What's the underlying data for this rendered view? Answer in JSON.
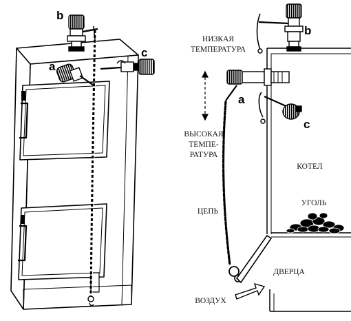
{
  "left_figure": {
    "tags": {
      "a": "a",
      "b": "b",
      "c": "c"
    }
  },
  "right_figure": {
    "tags": {
      "a": "a",
      "b": "b",
      "c": "c"
    },
    "labels": {
      "low_temp_1": "НИЗКАЯ",
      "low_temp_2": "ТЕМПЕРАТУРА",
      "high_temp_1": "ВЫСОКАЯ",
      "high_temp_2": "ТЕМПЕ-",
      "high_temp_3": "РАТУРА",
      "boiler": "КОТЕЛ",
      "coal": "УГОЛЬ",
      "chain": "ЦЕПЬ",
      "door": "ДВЕРЦА",
      "air": "ВОЗДУХ"
    }
  }
}
